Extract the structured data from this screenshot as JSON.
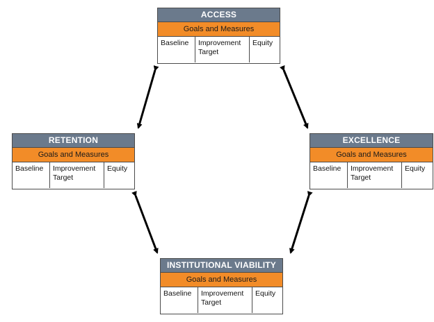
{
  "boxes": {
    "access": {
      "title": "ACCESS",
      "goals": "Goals and Measures",
      "baseline": "Baseline",
      "improvement": "Improvement Target",
      "equity": "Equity"
    },
    "retention": {
      "title": "RETENTION",
      "goals": "Goals and Measures",
      "baseline": "Baseline",
      "improvement": "Improvement Target",
      "equity": "Equity"
    },
    "excellence": {
      "title": "EXCELLENCE",
      "goals": "Goals and Measures",
      "baseline": "Baseline",
      "improvement": "Improvement Target",
      "equity": "Equity"
    },
    "viability": {
      "title": "INSTITUTIONAL VIABILITY",
      "goals": "Goals and Measures",
      "baseline": "Baseline",
      "improvement": "Improvement Target",
      "equity": "Equity"
    }
  },
  "colors": {
    "title_bg": "#6b7a8c",
    "goals_bg": "#f28c28",
    "arrow": "#000000"
  }
}
